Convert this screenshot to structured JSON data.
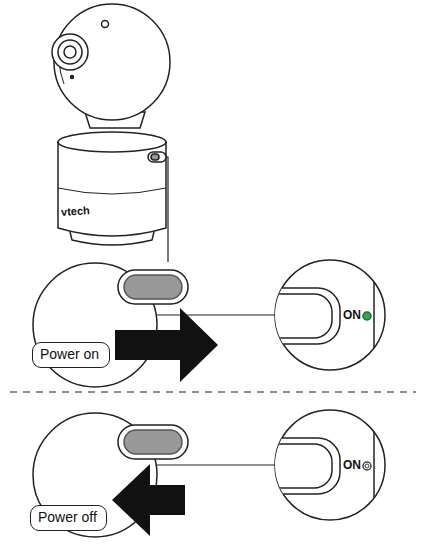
{
  "diagram": {
    "nodes": [
      {
        "text": [
          "Power on"
        ]
      },
      {
        "text": [
          "Power off"
        ]
      }
    ],
    "labels": [
      "vtech",
      "ON",
      "ON"
    ]
  }
}
